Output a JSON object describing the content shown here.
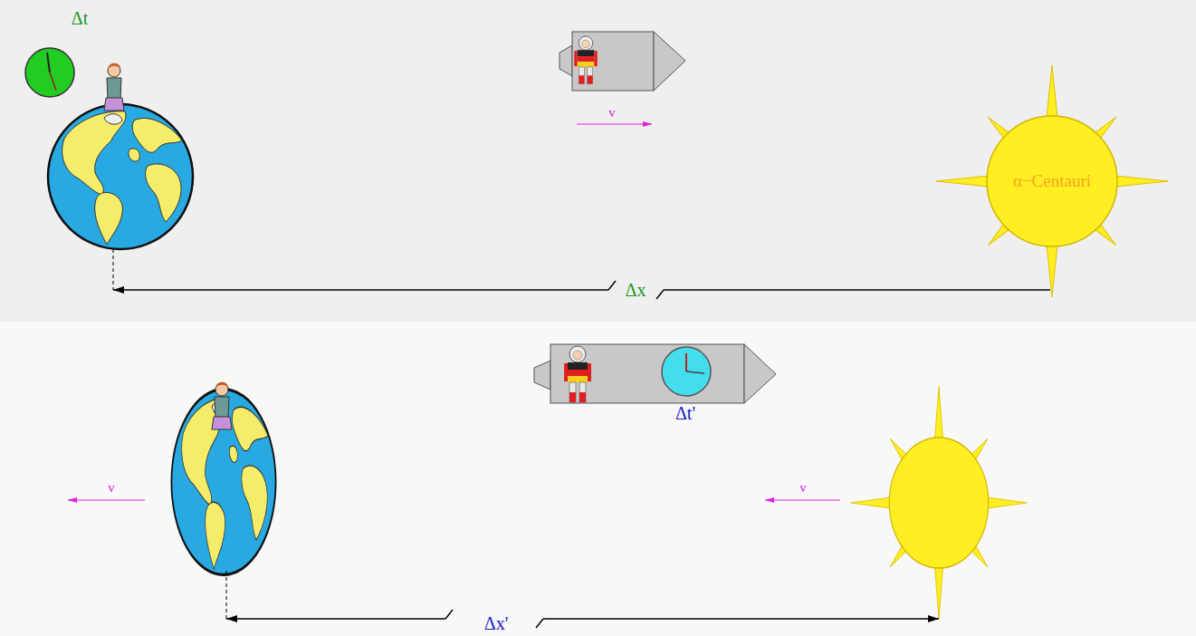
{
  "diagram": {
    "nodes": [
      {
        "text": [
          "α−Centauri"
        ]
      }
    ],
    "labels": [
      "Δt",
      "v",
      "Δx",
      "Δt'",
      "v",
      "v",
      "Δx'"
    ]
  }
}
